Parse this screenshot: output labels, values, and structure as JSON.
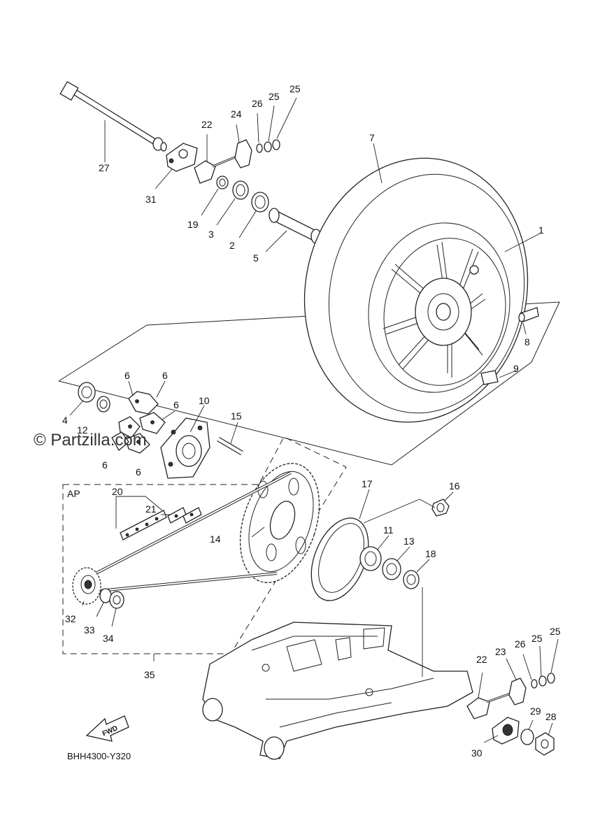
{
  "diagram_code": "BHH4300-Y320",
  "watermark": "© Partzilla.com",
  "fwd_label": "FWD",
  "ap_label": "AP",
  "callouts": {
    "p1": "1",
    "p2": "2",
    "p3": "3",
    "p4": "4",
    "p5": "5",
    "p6a": "6",
    "p6b": "6",
    "p6c": "6",
    "p6d": "6",
    "p6e": "6",
    "p7": "7",
    "p8": "8",
    "p9": "9",
    "p10": "10",
    "p11": "11",
    "p12": "12",
    "p13": "13",
    "p14": "14",
    "p15": "15",
    "p16": "16",
    "p17": "17",
    "p18": "18",
    "p19": "19",
    "p20": "20",
    "p21": "21",
    "p22a": "22",
    "p22b": "22",
    "p23": "23",
    "p24": "24",
    "p25a": "25",
    "p25b": "25",
    "p25c": "25",
    "p25d": "25",
    "p26a": "26",
    "p26b": "26",
    "p27": "27",
    "p28": "28",
    "p29": "29",
    "p30": "30",
    "p31": "31",
    "p32": "32",
    "p33": "33",
    "p34": "34",
    "p35": "35"
  }
}
